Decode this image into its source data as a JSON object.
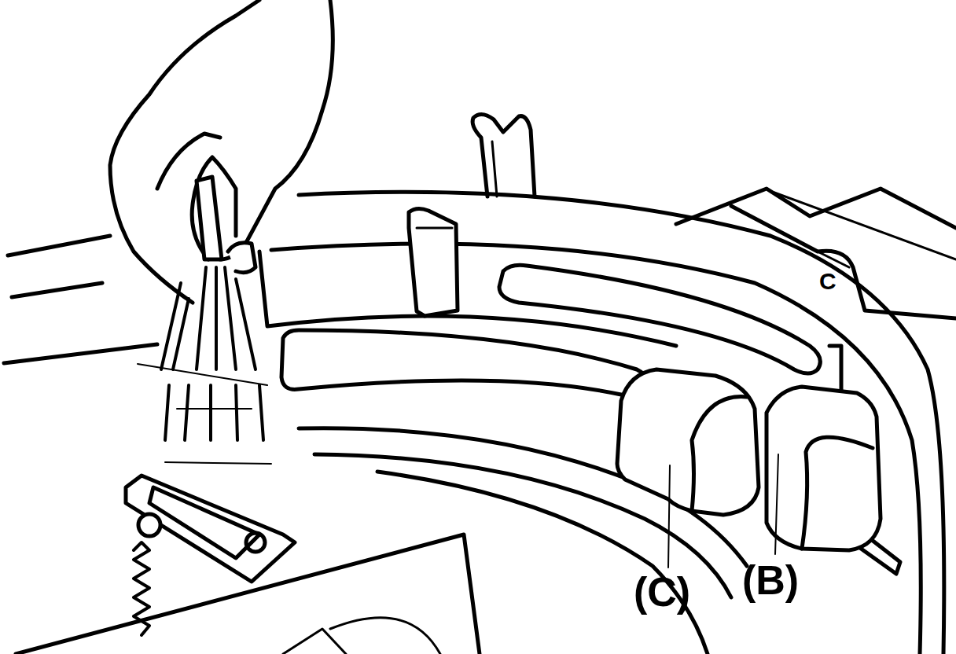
{
  "diagram": {
    "labels": [
      "C",
      "(C)",
      "(B)"
    ]
  }
}
